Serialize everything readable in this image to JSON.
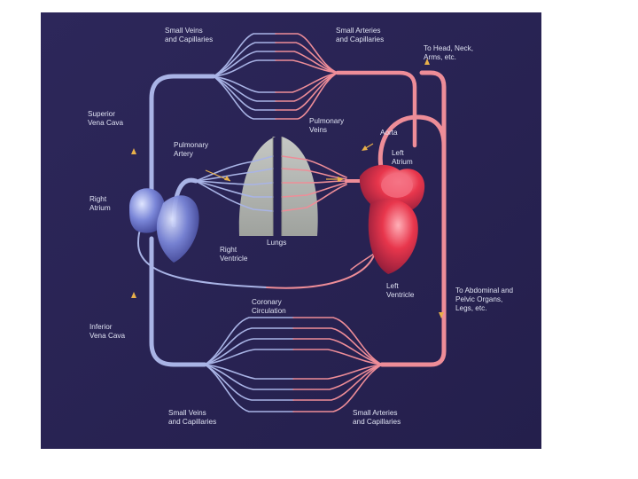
{
  "diagram": {
    "colors": {
      "background": "#2a2456",
      "venous": "#a9b4e6",
      "arterial": "#ee8d98",
      "lungs": "#c9ccc4",
      "arrow": "#e8b04a"
    },
    "labels": {
      "small_veins_top": [
        "Small Veins",
        "and Capillaries"
      ],
      "small_arteries_top": [
        "Small Arteries",
        "and Capillaries"
      ],
      "to_head": [
        "To Head, Neck,",
        "Arms, etc."
      ],
      "superior_vena_cava": [
        "Superior",
        "Vena Cava"
      ],
      "pulmonary_veins": [
        "Pulmonary",
        "Veins"
      ],
      "aorta": "Aorta",
      "left_atrium": [
        "Left",
        "Atrium"
      ],
      "pulmonary_artery": [
        "Pulmonary",
        "Artery"
      ],
      "right_atrium": [
        "Right",
        "Atrium"
      ],
      "lungs": "Lungs",
      "right_ventricle": [
        "Right",
        "Ventricle"
      ],
      "left_ventricle": [
        "Left",
        "Ventricle"
      ],
      "to_abdominal": [
        "To Abdominal and",
        "Pelvic Organs,",
        "Legs, etc."
      ],
      "coronary_circulation": [
        "Coronary",
        "Circulation"
      ],
      "inferior_vena_cava": [
        "Inferior",
        "Vena Cava"
      ],
      "small_veins_bottom": [
        "Small Veins",
        "and Capillaries"
      ],
      "small_arteries_bottom": [
        "Small Arteries",
        "and Capillaries"
      ]
    }
  }
}
